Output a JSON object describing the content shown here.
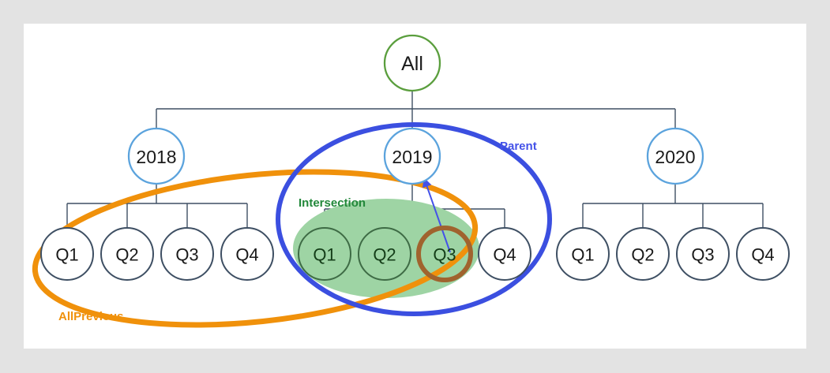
{
  "canvas": {
    "background": "#e3e3e3",
    "sheet_color": "#ffffff"
  },
  "colors": {
    "all_node_stroke": "#5a9e3d",
    "year_node_stroke": "#5ba3dd",
    "quarter_node_stroke": "#3e4f63",
    "connector": "#3e4f63",
    "allprevious_ellipse": "#f0910b",
    "parent_ellipse": "#3b4fe0",
    "intersection_fill": "#9ed4a4",
    "highlight_ring": "#a0632e",
    "arrow": "#4452e8",
    "label_allprevious": "#f0910b",
    "label_parent": "#4452e8",
    "label_intersection": "#22883a"
  },
  "diagram": {
    "type": "hierarchy-tree-with-set-overlays",
    "root": {
      "id": "all",
      "label": "All"
    },
    "years": [
      {
        "id": "2018",
        "label": "2018",
        "quarters": [
          {
            "id": "2018-q1",
            "label": "Q1"
          },
          {
            "id": "2018-q2",
            "label": "Q2"
          },
          {
            "id": "2018-q3",
            "label": "Q3"
          },
          {
            "id": "2018-q4",
            "label": "Q4"
          }
        ]
      },
      {
        "id": "2019",
        "label": "2019",
        "quarters": [
          {
            "id": "2019-q1",
            "label": "Q1"
          },
          {
            "id": "2019-q2",
            "label": "Q2"
          },
          {
            "id": "2019-q3",
            "label": "Q3"
          },
          {
            "id": "2019-q4",
            "label": "Q4"
          }
        ]
      },
      {
        "id": "2020",
        "label": "2020",
        "quarters": [
          {
            "id": "2020-q1",
            "label": "Q1"
          },
          {
            "id": "2020-q2",
            "label": "Q2"
          },
          {
            "id": "2020-q3",
            "label": "Q3"
          },
          {
            "id": "2020-q4",
            "label": "Q4"
          }
        ]
      }
    ],
    "regions": [
      {
        "id": "allprevious",
        "label": "AllPrevious",
        "shape": "ellipse-outline",
        "covers": "2018 Q1-Q4 and 2019 Q1-Q3"
      },
      {
        "id": "parent",
        "label": "Parent",
        "shape": "ellipse-outline",
        "covers": "2019 node and 2019 Q1-Q4"
      },
      {
        "id": "intersection",
        "label": "Intersection",
        "shape": "ellipse-filled",
        "covers": "2019 Q1-Q3"
      }
    ],
    "highlight": {
      "id": "current-member",
      "target": "2019-q3",
      "shape": "ring"
    },
    "arrow": {
      "id": "q3-to-2019",
      "from": "2019-q3",
      "to": "2019"
    }
  }
}
